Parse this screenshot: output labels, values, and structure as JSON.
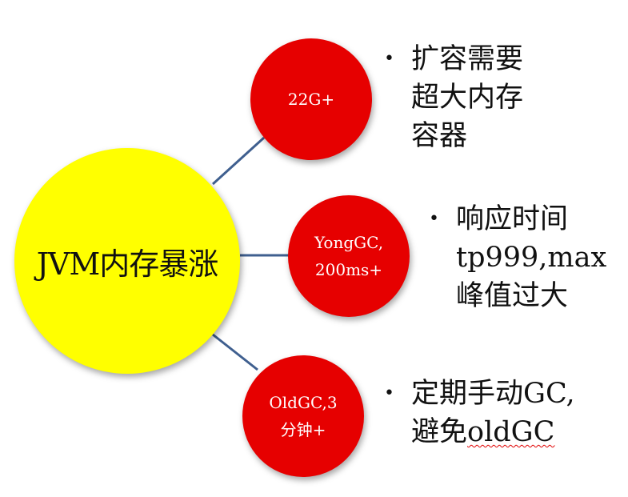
{
  "center": {
    "label": "JVM内存暴涨"
  },
  "nodes": [
    {
      "label_lines": [
        "22G+"
      ]
    },
    {
      "label_lines": [
        "YongGC,",
        "200ms+"
      ]
    },
    {
      "label_lines": [
        "OldGC,3",
        "分钟+"
      ]
    }
  ],
  "bullets": [
    {
      "lines": [
        "扩容需要",
        "超大内存",
        "容器"
      ]
    },
    {
      "lines": [
        "响应时间",
        "tp999,max",
        "峰值过大"
      ]
    },
    {
      "lines": [
        "定期手动GC,",
        "避免",
        "oldGC"
      ]
    }
  ],
  "bullet_glyph": "•",
  "colors": {
    "center_fill": "#ffff00",
    "node_fill": "#e60000",
    "connector": "#3f5f8f",
    "spellcheck_underline": "#e00000"
  }
}
